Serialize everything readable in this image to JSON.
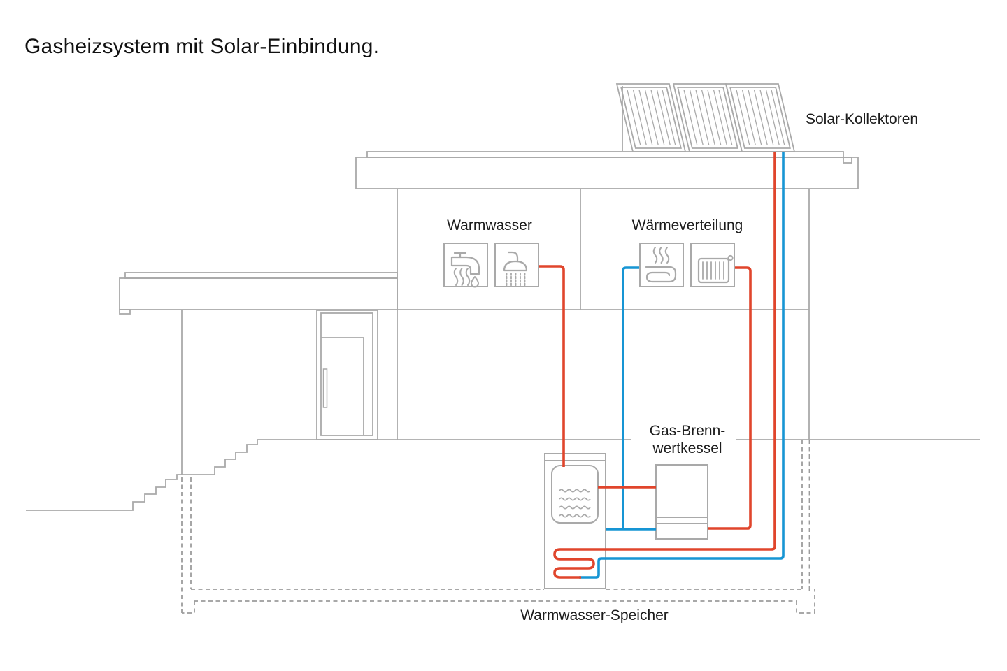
{
  "title": "Gasheizsystem mit Solar-Einbindung.",
  "labels": {
    "solar_collectors": "Solar-Kollektoren",
    "hot_water": "Warmwasser",
    "heat_distribution": "Wärmeverteilung",
    "boiler_line1": "Gas-Brenn-",
    "boiler_line2": "wertkessel",
    "storage_tank": "Warmwasser-Speicher"
  },
  "colors": {
    "hot_pipe": "#e0452c",
    "cold_pipe": "#1795d4",
    "outline_gray": "#a9a9a9",
    "dashed_gray": "#9c9c9c",
    "text": "#1c1c1c"
  },
  "icons": [
    "tap-icon",
    "shower-icon",
    "underfloor-heating-icon",
    "radiator-icon",
    "solar-panel-icon"
  ],
  "components": {
    "solar_collectors_count": 3,
    "rooms": [
      "Warmwasser",
      "Wärmeverteilung"
    ],
    "basement_units": [
      "Warmwasser-Speicher",
      "Gas-Brennwertkessel"
    ]
  }
}
